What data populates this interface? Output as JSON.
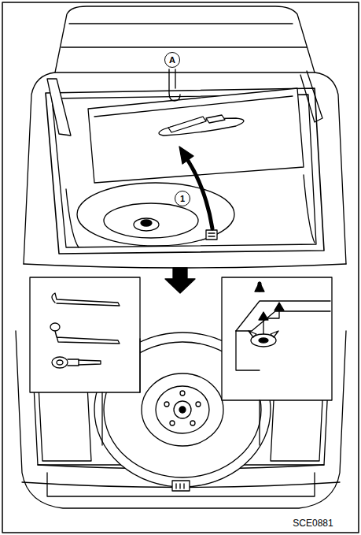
{
  "diagram": {
    "labels": [
      "A",
      "1",
      "SCE0881"
    ]
  }
}
